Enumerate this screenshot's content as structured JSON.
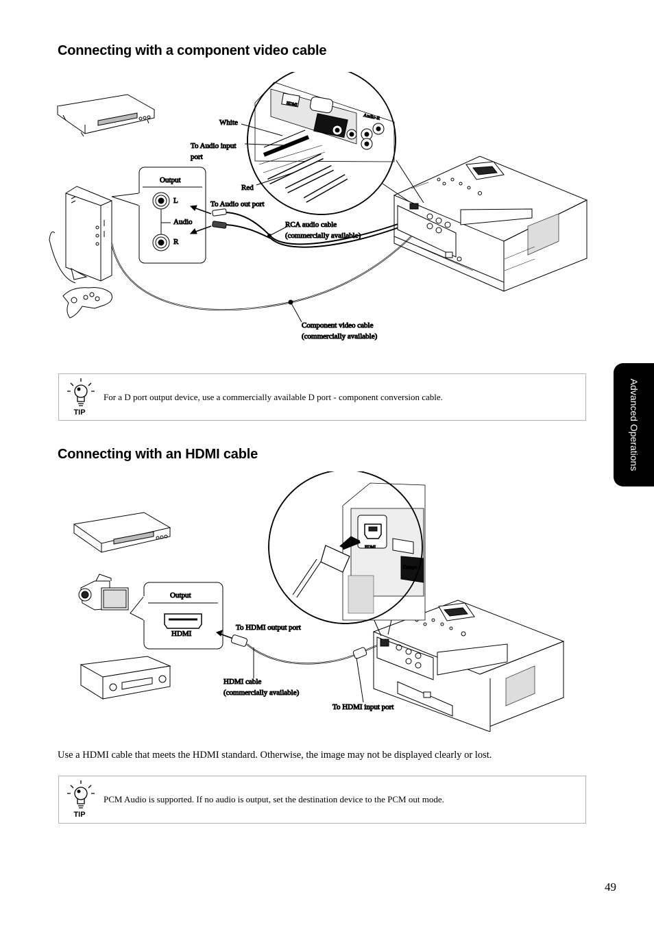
{
  "section1": {
    "heading": "Connecting with a component video cable",
    "labels": {
      "white": "White",
      "to_audio_input_1": "To Audio input",
      "to_audio_input_2": "port",
      "red": "Red",
      "output": "Output",
      "left": "L",
      "audio": "Audio",
      "right": "R",
      "to_audio_out": "To Audio out port",
      "rca_cable_1": "RCA audio cable",
      "rca_cable_2": "(commercially available)",
      "component_cable_1": "Component video cable",
      "component_cable_2": "(commercially available)",
      "port_hdmi": "HDMI",
      "port_audio_r": "Audio-R"
    }
  },
  "tip1": {
    "icon_text": "TIP",
    "text": "For a D port output device, use a commercially available D port - component conversion cable."
  },
  "section2": {
    "heading": "Connecting with an HDMI cable",
    "labels": {
      "output": "Output",
      "hdmi": "HDMI",
      "to_hdmi_output": "To HDMI output port",
      "hdmi_cable_1": "HDMI cable",
      "hdmi_cable_2": "(commercially available)",
      "to_hdmi_input": "To HDMI input port",
      "port_hdmi": "HDMI",
      "port_compo": "Compo"
    }
  },
  "body_text": "Use a HDMI cable that meets the HDMI standard. Otherwise, the image may not be displayed clearly or lost.",
  "tip2": {
    "icon_text": "TIP",
    "text": "PCM Audio is supported. If no audio is output, set the destination device to the PCM out mode."
  },
  "side_tab": "Advanced Operations",
  "page_number": "49"
}
